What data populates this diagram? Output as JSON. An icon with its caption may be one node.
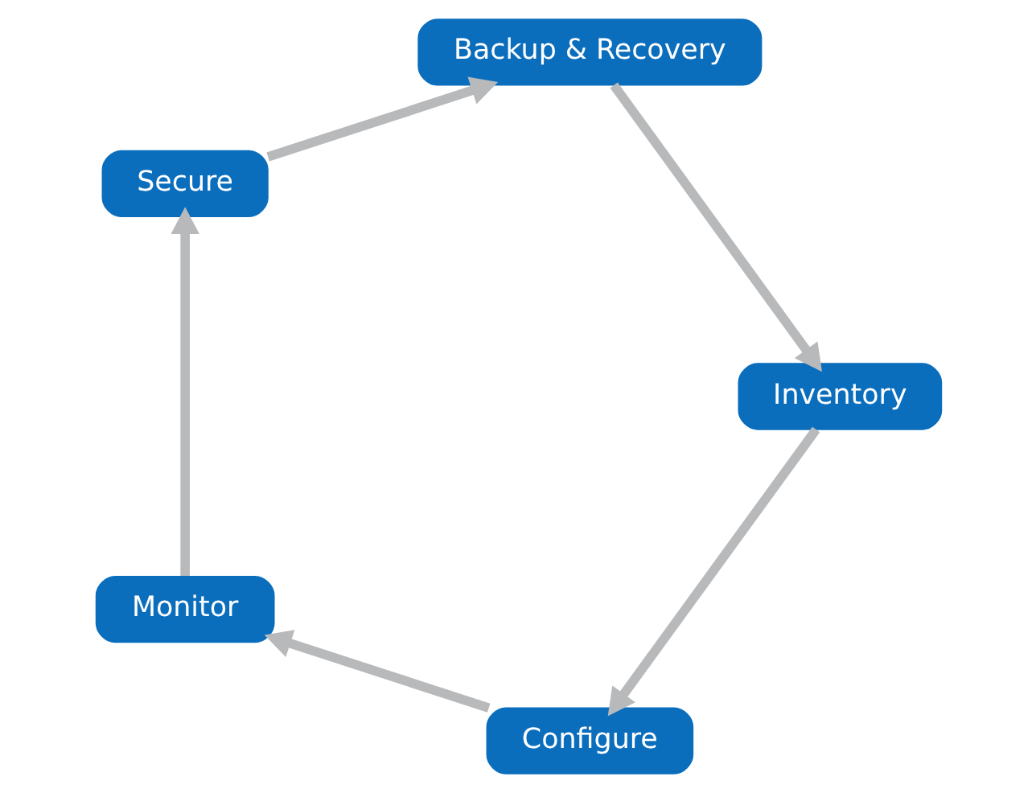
{
  "diagram": {
    "nodes": [
      {
        "text": [
          "Configure"
        ]
      },
      {
        "text": [
          "Monitor"
        ]
      },
      {
        "text": [
          "Secure"
        ]
      },
      {
        "text": [
          "Backup & Recovery"
        ]
      },
      {
        "text": [
          "Inventory"
        ]
      }
    ],
    "edges": [
      {
        "from": 0,
        "to": 1,
        "arrow": "to"
      },
      {
        "from": 1,
        "to": 2,
        "arrow": "to"
      },
      {
        "from": 2,
        "to": 3,
        "arrow": "to"
      },
      {
        "from": 3,
        "to": 4,
        "arrow": "to"
      },
      {
        "from": 4,
        "to": 0,
        "arrow": "to"
      }
    ]
  }
}
